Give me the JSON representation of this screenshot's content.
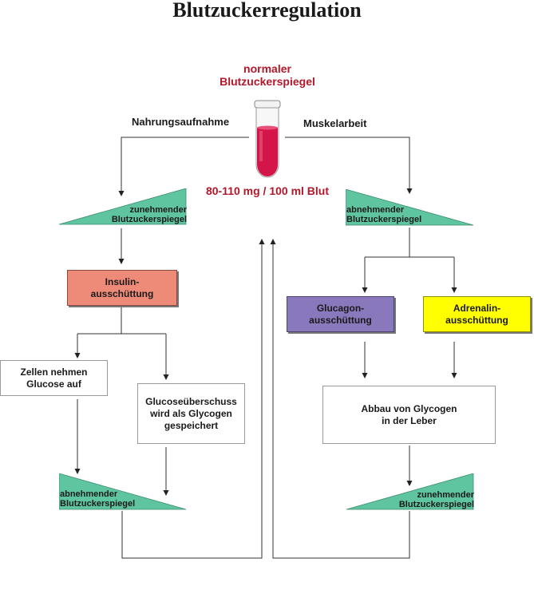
{
  "title": "Blutzuckerregulation",
  "center": {
    "heading": "normaler\nBlutzuckerspiegel",
    "range": "80-110 mg / 100 ml Blut"
  },
  "labels": {
    "left_input": "Nahrungsaufnahme",
    "right_input": "Muskelarbeit"
  },
  "triangles": {
    "top_left": "zunehmender\nBlutzuckerspiegel",
    "top_right": "abnehmender\nBlutzuckerspiegel",
    "bottom_left": "abnehmender\nBlutzuckerspiegel",
    "bottom_right": "zunehmender\nBlutzuckerspiegel"
  },
  "boxes": {
    "insulin": "Insulin-\nausschüttung",
    "glucagon": "Glucagon-\nausschüttung",
    "adrenalin": "Adrenalin-\nausschüttung",
    "cells": "Zellen nehmen\nGlucose auf",
    "glycogen_store": "Glucoseüberschuss\nwird als Glycogen\ngespeichert",
    "glycogen_breakdown": "Abbau von Glycogen\nin der Leber"
  },
  "colors": {
    "accent_red": "#b2182b",
    "triangle_green": "#5fc4a0",
    "insulin_fill": "#ee8a78",
    "glucagon_fill": "#8a78bd",
    "adrenalin_fill": "#ffff00",
    "blood": "#d4154a"
  }
}
